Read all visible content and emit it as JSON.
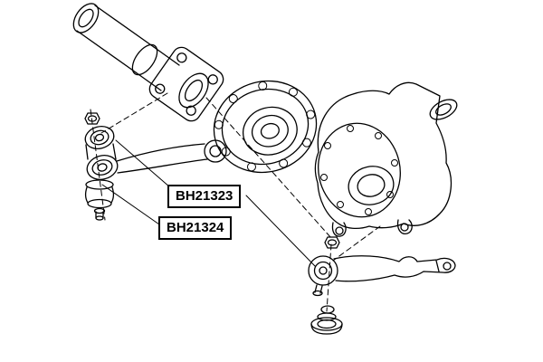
{
  "page": {
    "background_color": "#ffffff",
    "line_color": "#000000"
  },
  "diagram": {
    "type": "exploded-parts-drawing",
    "label_boxes": [
      {
        "text": "BH21323"
      },
      {
        "text": "BH21324"
      }
    ],
    "parts": [
      "propeller-shaft-with-flange",
      "differential-side-cover-plate",
      "differential-housing",
      "front-mount-arm-with-bushings",
      "rear-mount-arm-with-bushing",
      "lower-bushing-stack",
      "mount-nuts"
    ]
  }
}
